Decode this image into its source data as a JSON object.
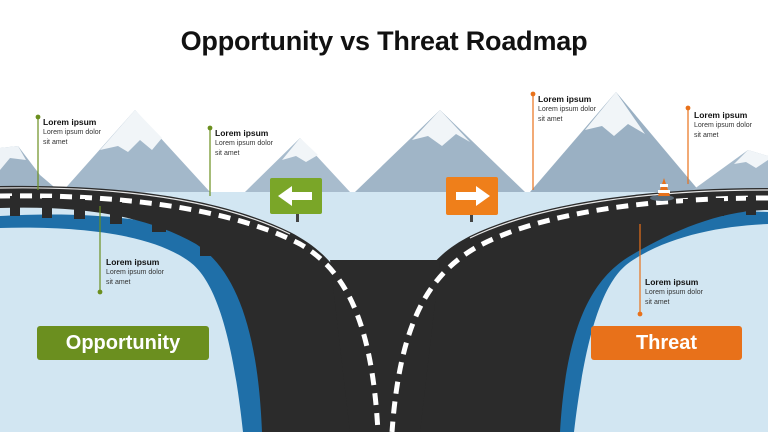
{
  "title": "Opportunity vs Threat Roadmap",
  "colors": {
    "opportunity": "#6b8f1f",
    "threat": "#e8711a",
    "road": "#2b2b2b",
    "water": "#1f6fa8",
    "sky_ground": "#d2e6f2",
    "mountain": "#9fb4c6"
  },
  "labels": {
    "opportunity": "Opportunity",
    "threat": "Threat"
  },
  "notes": [
    {
      "heading": "Lorem ipsum",
      "body": "Lorem ipsum dolor sit amet",
      "side": "opportunity"
    },
    {
      "heading": "Lorem ipsum",
      "body": "Lorem ipsum dolor sit amet",
      "side": "opportunity"
    },
    {
      "heading": "Lorem ipsum",
      "body": "Lorem ipsum dolor sit amet",
      "side": "opportunity"
    },
    {
      "heading": "Lorem ipsum",
      "body": "Lorem ipsum dolor sit amet",
      "side": "threat"
    },
    {
      "heading": "Lorem ipsum",
      "body": "Lorem ipsum dolor sit amet",
      "side": "threat"
    },
    {
      "heading": "Lorem ipsum",
      "body": "Lorem ipsum dolor sit amet",
      "side": "threat"
    }
  ],
  "signs": [
    {
      "direction": "left",
      "icon": "left-arrow-icon"
    },
    {
      "direction": "right",
      "icon": "right-arrow-icon"
    }
  ]
}
